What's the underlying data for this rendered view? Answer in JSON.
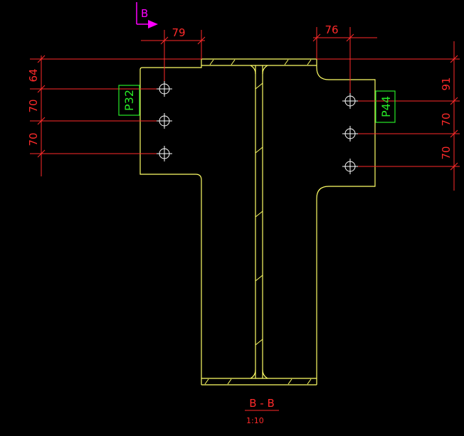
{
  "section": {
    "marker_letter": "B",
    "title": "B - B",
    "scale": "1:10"
  },
  "left_flange": {
    "top_dim": "79",
    "vertical_dims": [
      "64",
      "70",
      "70"
    ],
    "tag": "P32"
  },
  "right_flange": {
    "top_dim": "76",
    "vertical_dims": [
      "91",
      "70",
      "70"
    ],
    "tag": "P44"
  },
  "colors": {
    "background": "#000000",
    "outline": "#ffff66",
    "dimension": "#ff2a2a",
    "tag": "#27e827",
    "section_marker": "#ff00ff",
    "hole": "#ffffff"
  }
}
